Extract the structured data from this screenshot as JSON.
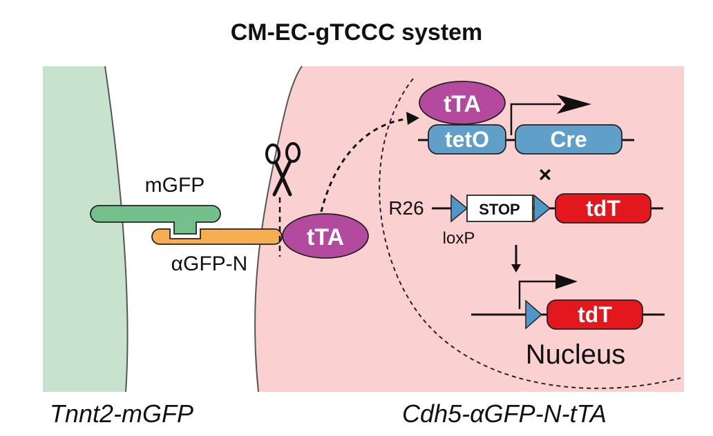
{
  "title": "CM-EC-gTCCC system",
  "labels": {
    "mgfp": "mGFP",
    "agfp_n": "αGFP-N",
    "tta_membrane": "tTA",
    "tta_bound": "tTA",
    "teto": "tetO",
    "cre": "Cre",
    "cross": "×",
    "r26": "R26",
    "stop": "STOP",
    "loxp": "loxP",
    "tdt_before": "tdT",
    "tdt_after": "tdT",
    "nucleus": "Nucleus",
    "left_cell": "Tnnt2-mGFP",
    "right_cell": "Cdh5-αGFP-N-tTA"
  },
  "colors": {
    "cardiomyocyte_green": "#c7e2cd",
    "endothelial_pink": "#fbd0d1",
    "mgfp_green": "#74c08d",
    "agfp_orange": "#f7ae50",
    "tta_magenta": "#b44a9e",
    "element_blue": "#5f9fc9",
    "tdt_red": "#e3171e",
    "loxp_blue": "#5096c6"
  }
}
